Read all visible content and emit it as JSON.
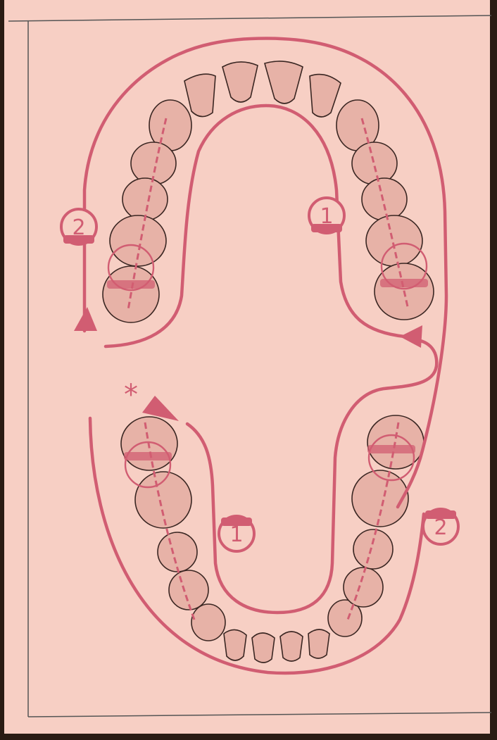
{
  "diagram": {
    "labels": {
      "upper_right": "1",
      "upper_left": "2",
      "lower_left": "1",
      "lower_right": "2",
      "asterisk": "*"
    }
  },
  "colors": {
    "paper": "#f7cfc4",
    "path": "#d15d72",
    "tooth_fill": "#e7b2a7",
    "tooth_outline": "#3a2622",
    "frame": "#555555",
    "background": "#2a1c14"
  }
}
